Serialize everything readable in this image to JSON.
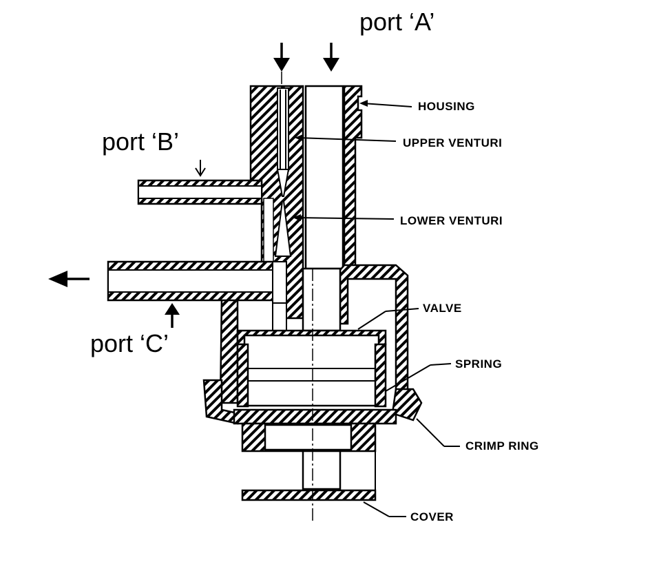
{
  "ports": {
    "a": "port ‘A’",
    "b": "port ‘B’",
    "c": "port ‘C’"
  },
  "callouts": {
    "housing": "HOUSING",
    "upper_venturi": "UPPER VENTURI",
    "lower_venturi": "LOWER VENTURI",
    "valve": "VALVE",
    "spring": "SPRING",
    "crimp_ring": "CRIMP RING",
    "cover": "COVER"
  }
}
